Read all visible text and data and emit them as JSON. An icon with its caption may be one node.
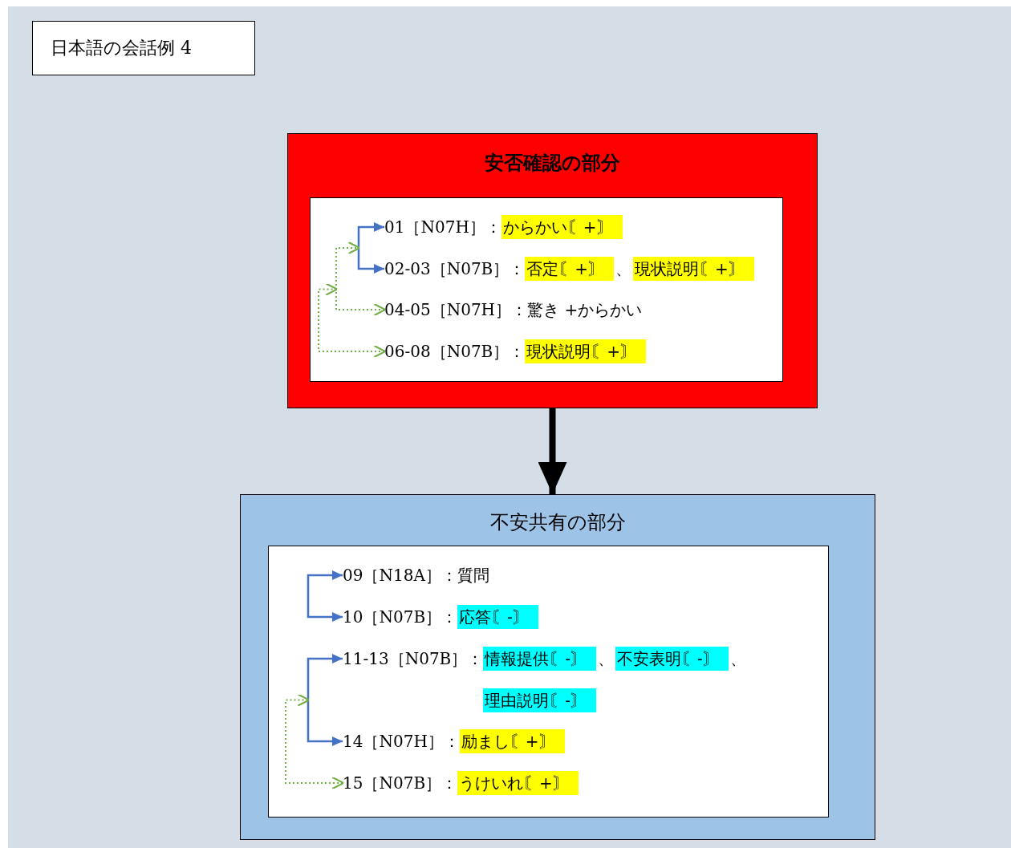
{
  "diagram": {
    "nodes": [
      {
        "text": [
          "日本語の会話例 4"
        ]
      },
      {
        "text": [
          "安否確認の部分"
        ]
      },
      {
        "text": [],
        "shape": "box",
        "in": 1
      },
      {
        "text": [
          "01［N07H］："
        ],
        "in": 2
      },
      {
        "text": [
          "からかい〘+〙"
        ],
        "in": 3
      },
      {
        "text": [
          "02-03［N07B］："
        ],
        "in": 2
      },
      {
        "text": [
          "否定〘+〙"
        ],
        "in": 5,
        "beside": [
          "、"
        ]
      },
      {
        "text": [
          "現状説明〘+〙"
        ],
        "in": 5
      },
      {
        "text": [
          "04-05［N07H］：驚き +からかい"
        ],
        "in": 2
      },
      {
        "text": [
          "06-08［N07B］："
        ],
        "in": 2
      },
      {
        "text": [
          "現状説明〘+〙"
        ],
        "in": 9
      },
      {
        "text": [
          "不安共有の部分"
        ]
      },
      {
        "text": [],
        "shape": "box",
        "in": 11
      },
      {
        "text": [
          "09［N18A］：質問"
        ],
        "in": 12
      },
      {
        "text": [
          "10［N07B］："
        ],
        "in": 12
      },
      {
        "text": [
          "応答〘-〙"
        ],
        "in": 14
      },
      {
        "text": [
          "11-13［N07B］："
        ],
        "in": 12
      },
      {
        "text": [
          "情報提供〘-〙"
        ],
        "in": 16,
        "beside": [
          "、"
        ]
      },
      {
        "text": [
          "不安表明〘-〙"
        ],
        "in": 16,
        "beside": [
          "、"
        ]
      },
      {
        "text": [
          "理由説明〘-〙"
        ],
        "in": 16
      },
      {
        "text": [
          "14［N07H］："
        ],
        "in": 12
      },
      {
        "text": [
          "励まし〘+〙"
        ],
        "in": 20
      },
      {
        "text": [
          "15［N07B］："
        ],
        "in": 12
      },
      {
        "text": [
          "うけいれ〘+〙"
        ],
        "in": 22
      }
    ],
    "edges": [
      {
        "from": 1,
        "to": 11,
        "arrow": "to",
        "style": "thick",
        "color": "#000000"
      },
      {
        "from": 3,
        "to": 5,
        "arrow": "both"
      },
      {
        "from": 8,
        "to": 3,
        "arrow": "both",
        "style": "dashed",
        "color": "#70ad47"
      },
      {
        "from": 9,
        "to": null,
        "arrow": "both",
        "style": "dashed",
        "color": "#70ad47"
      },
      {
        "from": 13,
        "to": 14,
        "arrow": "both"
      },
      {
        "from": 16,
        "to": 20,
        "arrow": "both"
      },
      {
        "from": 22,
        "to": 16,
        "arrow": "both",
        "style": "dashed",
        "color": "#70ad47"
      }
    ]
  }
}
